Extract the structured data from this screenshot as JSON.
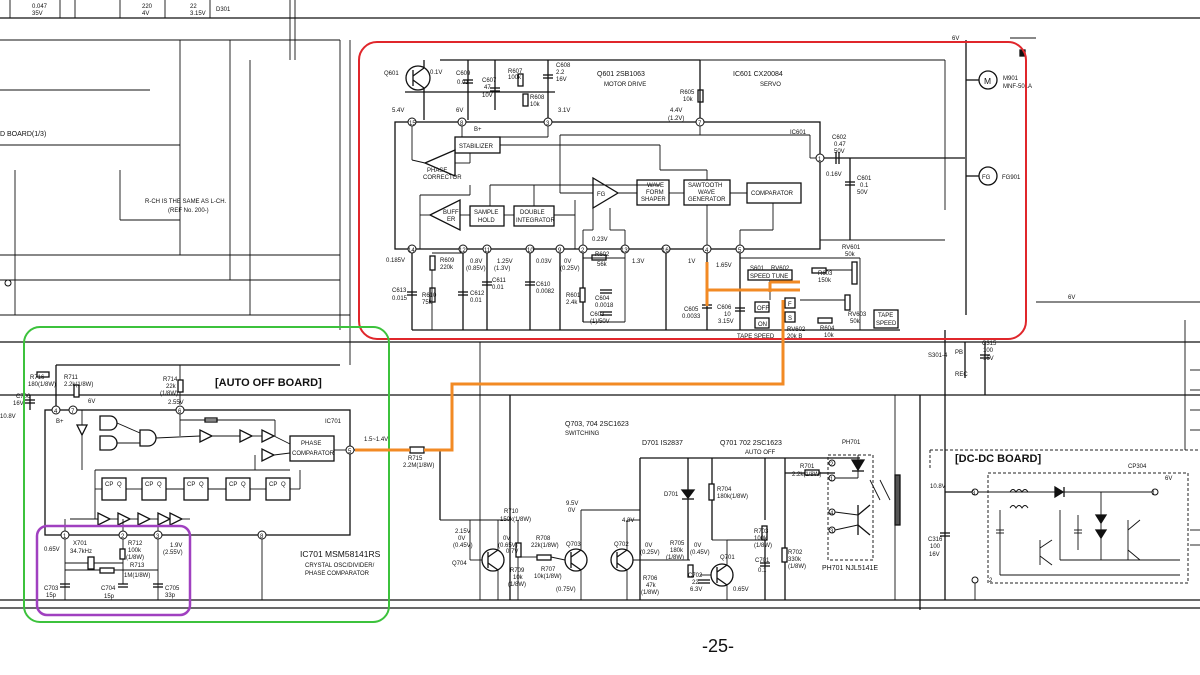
{
  "colors": {
    "servo_box": "#e0262b",
    "auto_off_box": "#3cc23c",
    "oscillator_box": "#a040c0",
    "speed_signal_path": "#f28a24"
  },
  "top_strip": {
    "c1": "0.047",
    "c1v": "35V",
    "c2": "220",
    "c2v": "4V",
    "c3": "22",
    "c3v": "3.15V",
    "d": "D301"
  },
  "board_left": "D BOARD(1/3)",
  "rch_note": [
    "R-CH IS THE SAME AS L-CH.",
    "(REF No. 200-)"
  ],
  "servo": {
    "q601": "Q601",
    "q601_title": "Q601  2SB1063",
    "q601_desc": "MOTOR DRIVE",
    "ic601_title": "IC601   CX20084",
    "ic601_desc": "SERVO",
    "ic_label": "IC601",
    "blocks": {
      "stabilizer": "STABILIZER",
      "phase_corrector": [
        "PHASE",
        "CORRECTOR"
      ],
      "fg": "FG",
      "wave_form_shaper": [
        "WAVE",
        "FORM",
        "SHAPER"
      ],
      "sawtooth": [
        "SAWTOOTH",
        "WAVE",
        "GENERATOR"
      ],
      "comparator": "COMPARATOR",
      "buffer": [
        "BUFF",
        "ER"
      ],
      "sample_hold": [
        "SAMPLE",
        "HOLD"
      ],
      "double_integrator": [
        "DOUBLE",
        "INTEGRATOR"
      ]
    },
    "pins": [
      "15",
      "8",
      "3",
      "7",
      "1",
      "14",
      "12",
      "11",
      "10",
      "9",
      "2",
      "13",
      "16",
      "4",
      "5"
    ],
    "parts": {
      "c609": "C609",
      "c609v": "0.01",
      "c607": "C607",
      "c607v": "47",
      "c607r": "10V",
      "r607": "R607",
      "r607v": "100k",
      "c608": "C608",
      "c608v": "2.2",
      "c608r": "16V",
      "r608": "R608",
      "r608v": "10k",
      "r605": "R605",
      "r605v": "10k",
      "c602": "C602",
      "c602v": "0.47",
      "c602r": "50V",
      "c601": "C601",
      "c601v": "0.1",
      "c601r": "50V",
      "r609": "R609",
      "r609v": "220k",
      "c613": "C613",
      "c613v": "0.015",
      "r610": "R610",
      "r610v": "75k",
      "c612": "C612",
      "c612v": "0.01",
      "c611": "C611",
      "c611v": "0.01",
      "c610": "C610",
      "c610v": "0.0082",
      "r602": "R602",
      "r602v": "56k",
      "r601": "R601",
      "r601v": "2.4k",
      "c604": "C604",
      "c604v": "0.0018",
      "c603": "C603",
      "c603v": "(1)/50V",
      "c605": "C605",
      "c605v": "0.0033",
      "c606": "C606",
      "c606v": "10",
      "c606r": "3.15V",
      "rv601": "RV601",
      "rv601v": "50k",
      "s601": "S601",
      "rv602": "RV602",
      "speed_tune": "SPEED TUNE",
      "r603": "R603",
      "r603v": "150k",
      "r604": "R604",
      "r604v": "10k",
      "rv603": "RV603",
      "rv603v": "50k",
      "rv602b": "RV602",
      "rv602bv": "20k B",
      "off": "OFF",
      "on": "ON",
      "f": "F",
      "s": "S",
      "tape_speed": [
        "TAPE",
        "SPEED"
      ],
      "tape_speed2": "TAPE SPEED"
    },
    "volts": {
      "v1": "5.4V",
      "v2": "6V",
      "v3": "0.1V",
      "v4": "4.4V",
      "v5": "(1.2V)",
      "v6": "0.16V",
      "v7": "0.185V",
      "v8": "1V",
      "v9": "0.8V",
      "v10": "(0.85V)",
      "v11": "1.25V",
      "v12": "(1.3V)",
      "v13": "0.03V",
      "v14": "0V",
      "v15": "(0.25V)",
      "v16": "1.3V",
      "v17": "1V",
      "v18": "1.65V",
      "v19": "0.23V",
      "v20": "3.1V"
    }
  },
  "motor": {
    "m901": "M901",
    "m901p": "MNF-501A",
    "fg901": "FG901",
    "m_sym": "M",
    "fg_sym": "FG",
    "v": "6V"
  },
  "auto_off": {
    "title": "[AUTO OFF BOARD]",
    "ic701": "IC701",
    "ic701_title": "IC701   MSM58141RS",
    "ic701_desc": [
      "CRYSTAL OSC/DIVIDER/",
      "PHASE COMPARATOR"
    ],
    "phase_comparator": [
      "PHASE",
      "COMPARATOR"
    ],
    "cp": "CP",
    "q": "Q",
    "pins": [
      "4",
      "7",
      "6",
      "5",
      "1",
      "2",
      "3",
      "8"
    ],
    "parts": {
      "r716": "R716",
      "r716v": "180(1/8W)",
      "r711": "R711",
      "r711v": "2.2k(1/8W)",
      "r714": "R714",
      "r714v": "22k",
      "r714r": "(1/8W)",
      "r715": "R715",
      "r715v": "2.2M(1/8W)",
      "x701": "X701",
      "x701v": "34.7kHz",
      "r712": "R712",
      "r712v": "100k",
      "r712r": "(1/8W)",
      "r713": "R713",
      "r713v": "1M(1/8W)",
      "c703": "C703",
      "c703v": "15p",
      "c704": "C704",
      "c704v": "15p",
      "c705": "C705",
      "c705v": "33p",
      "c706": "C706"
    },
    "volts": {
      "v1": "6V",
      "v2": "2.55V",
      "v3": "0.65V",
      "v4": "1.5~1.4V",
      "v5": "1.9V",
      "v6": "(2.55V)",
      "v7": "5V",
      "v8": "10.8V",
      "v9": "16V"
    }
  },
  "switching": {
    "q703_title": "Q703, 704  2SC1623",
    "q703_desc": "SWITCHING",
    "d701_title": "D701  IS2837",
    "q701_title": "Q701  702  2SC1623",
    "q701_desc": "AUTO OFF",
    "ph701": "PH701",
    "ph701_title": "PH701  NJL5141E",
    "q704": "Q704",
    "q703": "Q703",
    "q702": "Q702",
    "q701": "Q701",
    "d701": "D701",
    "parts": {
      "r710": "R710",
      "r710v": "150k(1/8W)",
      "r708": "R708",
      "r708v": "22k(1/8W)",
      "r709": "R709",
      "r709v": "10k",
      "r709r": "(1/8W)",
      "r707": "R707",
      "r707v": "10k(1/8W)",
      "r705": "R705",
      "r705v": "180k",
      "r705r": "(1/8W)",
      "r706": "R706",
      "r706v": "47k",
      "r706r": "(1/8W)",
      "c702": "C702",
      "c702v": "22",
      "c702r": "6.3V",
      "r704": "R704",
      "r704v": "180k(1/8W)",
      "r703": "R703",
      "r703v": "100k",
      "r703r": "(1/8W)",
      "c701": "C701",
      "c701v": "0.1",
      "r702": "R702",
      "r702v": "330k",
      "r702r": "(1/8W)",
      "r701": "R701",
      "r701v": "2.2k(1/8W)"
    },
    "volts": {
      "v1": "2.15V",
      "v2": "0V",
      "v3": "(0.45V)",
      "v4": "0V",
      "v5": "(0.65V)",
      "v6": "0.7V",
      "v7": "9.5V",
      "v8": "0V",
      "v9": "4.3V",
      "v10": "0V",
      "v11": "(0.25V)",
      "v12": "0V",
      "v13": "(0.45V)",
      "v14": "0.65V",
      "v15": "(0.75V)"
    }
  },
  "right": {
    "s301": "S301-4",
    "pb": "PB",
    "rec": "REC",
    "c315": "C315",
    "c315v": "100",
    "c315r": "16V",
    "dcdc": "[DC-DC BOARD]",
    "cp304": "CP304",
    "c316": "C316",
    "c316v": "100",
    "c316r": "16V",
    "v108": "10.8V",
    "v6": "6V",
    "pins": [
      "3",
      "2",
      "1"
    ],
    "v_top": "6V"
  },
  "page_number": "-25-"
}
